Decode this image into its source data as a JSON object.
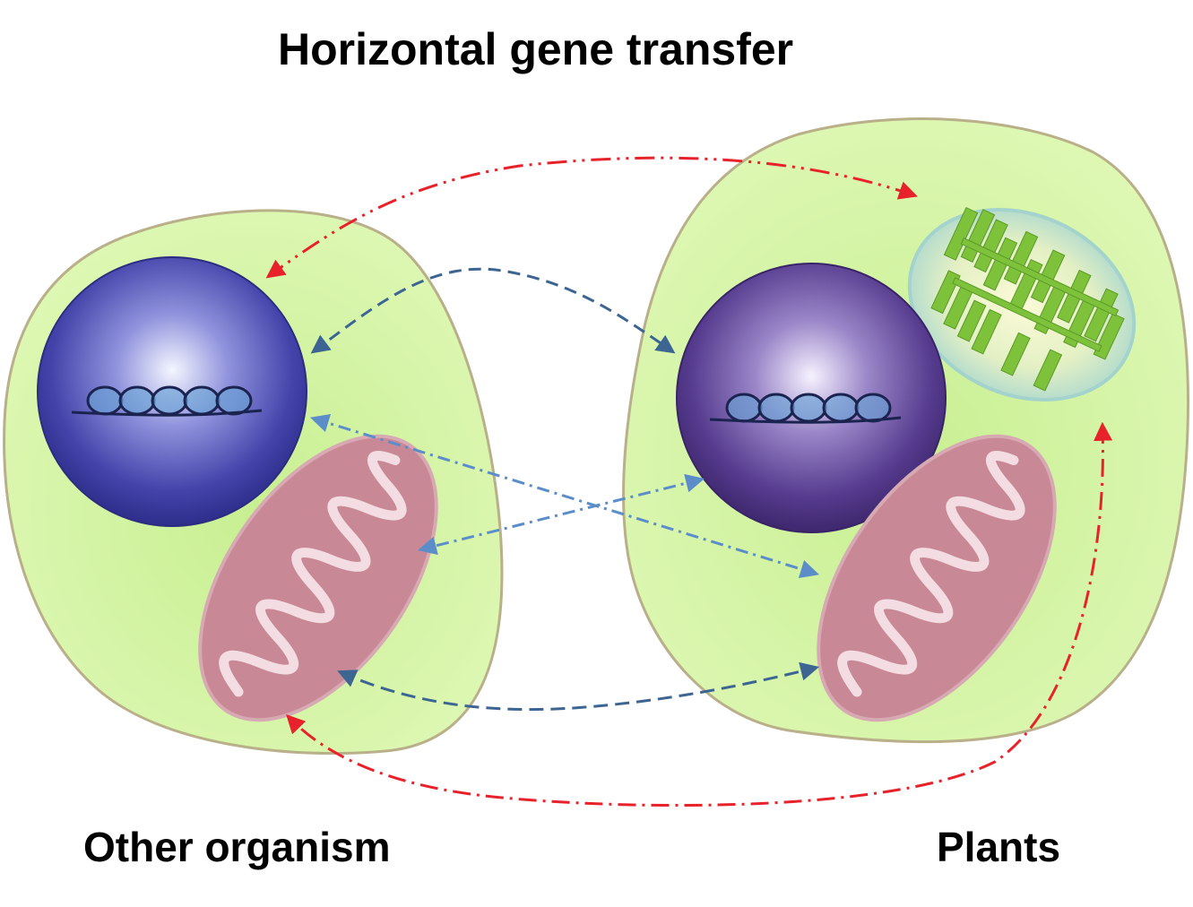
{
  "title": "Horizontal gene transfer",
  "cells": {
    "left_label": "Other organism",
    "right_label": "Plants"
  },
  "colors": {
    "cytoplasm": "#d7f5a8",
    "cell_membrane": "#b9b08a",
    "nucleus_left": "#3a3aa0",
    "nucleus_right": "#4a2f82",
    "mitochondrion": "#c98896",
    "mitochondrion_cristae": "#f3dde2",
    "chloroplast_envelope": "#b7e0d2",
    "thylakoid": "#7ec23c",
    "arrow_red": "#e8222a",
    "arrow_blue_dark": "#3d6592",
    "arrow_blue_light": "#5b8dc9"
  },
  "arrows": [
    {
      "from": "chloroplast",
      "to": "other-organism-nucleus",
      "color": "red",
      "style": "dash-dot-dot"
    },
    {
      "from": "plants-nucleus",
      "to": "other-organism-nucleus",
      "color": "dark-blue",
      "style": "dashed"
    },
    {
      "from": "other-organism-nucleus",
      "to": "plants-mitochondrion",
      "color": "light-blue",
      "style": "dash-dot"
    },
    {
      "from": "plants-nucleus",
      "to": "other-organism-mitochondrion",
      "color": "light-blue",
      "style": "dash-dot"
    },
    {
      "from": "other-organism-mitochondrion",
      "to": "plants-mitochondrion",
      "color": "dark-blue",
      "style": "dashed"
    },
    {
      "from": "chloroplast",
      "to": "other-organism-mitochondrion",
      "color": "red",
      "style": "dash-dot"
    }
  ]
}
